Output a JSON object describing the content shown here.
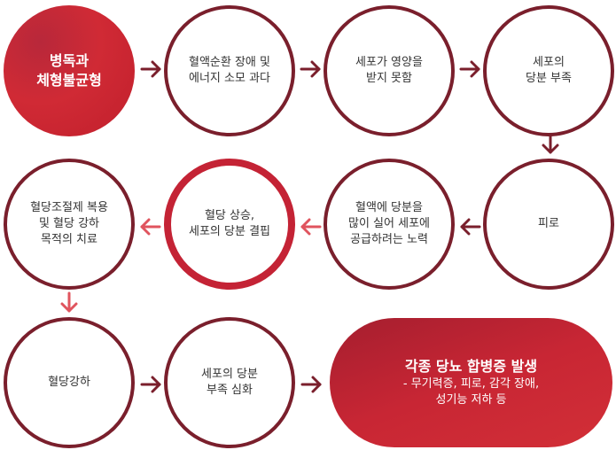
{
  "colors": {
    "dark_arrow": "#7a1f2c",
    "light_arrow": "#e0545e",
    "accent_red": "#c42335"
  },
  "nodes": [
    {
      "id": "n1",
      "lines": [
        "병독과",
        "체형불균형"
      ]
    },
    {
      "id": "n2",
      "lines": [
        "혈액순환 장애 및",
        "에너지 소모 과다"
      ]
    },
    {
      "id": "n3",
      "lines": [
        "세포가 영양을",
        "받지 못함"
      ]
    },
    {
      "id": "n4",
      "lines": [
        "세포의",
        "당분 부족"
      ]
    },
    {
      "id": "n5",
      "lines": [
        "피로"
      ]
    },
    {
      "id": "n6",
      "lines": [
        "혈액에 당분을",
        "많이 실어 세포에",
        "공급하려는 노력"
      ]
    },
    {
      "id": "n7",
      "lines": [
        "혈당 상승,",
        "세포의 당분 결핍"
      ]
    },
    {
      "id": "n8",
      "lines": [
        "혈당조절제 복용",
        "및 혈당 강하",
        "목적의 치료"
      ]
    },
    {
      "id": "n9",
      "lines": [
        "혈당강하"
      ]
    },
    {
      "id": "n10",
      "lines": [
        "세포의 당분",
        "부족 심화"
      ]
    },
    {
      "id": "n11",
      "lines": [
        "각종 당뇨 합병증 발생",
        "- 무기력증, 피로, 감각 장애,",
        "성기능 저하 등"
      ]
    }
  ]
}
